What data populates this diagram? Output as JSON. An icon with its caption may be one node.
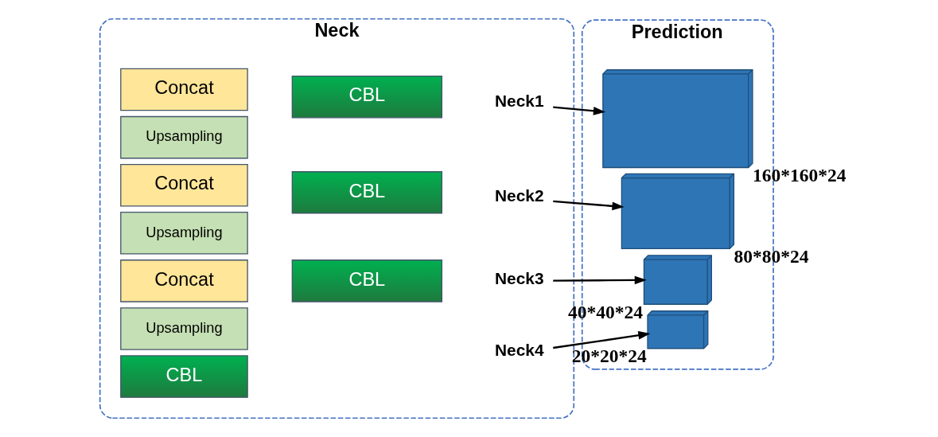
{
  "diagram": {
    "nodes": [
      {
        "text": [
          "Neck"
        ]
      },
      {
        "text": [
          "Concat"
        ],
        "in": 0
      },
      {
        "text": [
          "CBL"
        ],
        "in": 0
      },
      {
        "text": [
          "Upsampling"
        ],
        "in": 0
      },
      {
        "text": [
          "Concat"
        ],
        "in": 0
      },
      {
        "text": [
          "CBL"
        ],
        "in": 0
      },
      {
        "text": [
          "Upsampling"
        ],
        "in": 0
      },
      {
        "text": [
          "Concat"
        ],
        "in": 0
      },
      {
        "text": [
          "CBL"
        ],
        "in": 0
      },
      {
        "text": [
          "Upsampling"
        ],
        "in": 0
      },
      {
        "text": [
          "CBL"
        ],
        "in": 0
      },
      {
        "text": [
          "Neck1"
        ],
        "in": 0
      },
      {
        "text": [
          "Neck2"
        ],
        "in": 0
      },
      {
        "text": [
          "Neck3"
        ],
        "in": 0
      },
      {
        "text": [
          "Neck4"
        ],
        "in": 0
      },
      {
        "text": [
          "Prediction"
        ]
      },
      {
        "text": [],
        "shape": "cube",
        "beside": [
          "160*160*24"
        ],
        "in": 15
      },
      {
        "text": [],
        "shape": "cube",
        "beside": [
          "80*80*24"
        ],
        "in": 15
      },
      {
        "text": [],
        "shape": "cube",
        "beside": [
          "40*40*24"
        ],
        "in": 15
      },
      {
        "text": [],
        "shape": "cube",
        "beside": [
          "20*20*24"
        ],
        "in": 15
      }
    ],
    "edges": [
      {
        "from": 11,
        "to": 16,
        "arrow": "to"
      },
      {
        "from": 12,
        "to": 17,
        "arrow": "to"
      },
      {
        "from": 13,
        "to": 18,
        "arrow": "to"
      },
      {
        "from": 14,
        "to": 19,
        "arrow": "to"
      }
    ]
  }
}
